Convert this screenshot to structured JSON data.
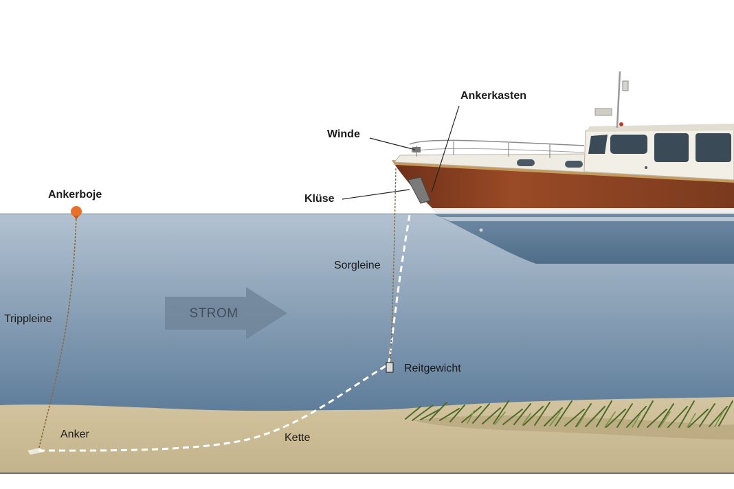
{
  "labels": {
    "ankerkasten": "Ankerkasten",
    "winde": "Winde",
    "ankerboje": "Ankerboje",
    "kluese": "Klüse",
    "sorgleine": "Sorgleine",
    "trippleine": "Trippleine",
    "strom": "STROM",
    "reitgewicht": "Reitgewicht",
    "anker": "Anker",
    "kette": "Kette"
  },
  "colors": {
    "sky": "#ffffff",
    "water_top": "#aebdcc",
    "water_bottom": "#5f7f9c",
    "seabed": "#cbbd98",
    "seabed_dark": "#b9a981",
    "hull": "#8a3f22",
    "hull_dark": "#5e2a16",
    "superstructure": "#f1eee6",
    "buoy": "#e8702a",
    "chain": "#ffffff",
    "line": "#8a6a3c",
    "current_arrow": "#6f8397",
    "seagrass": "#4f6b2c"
  }
}
